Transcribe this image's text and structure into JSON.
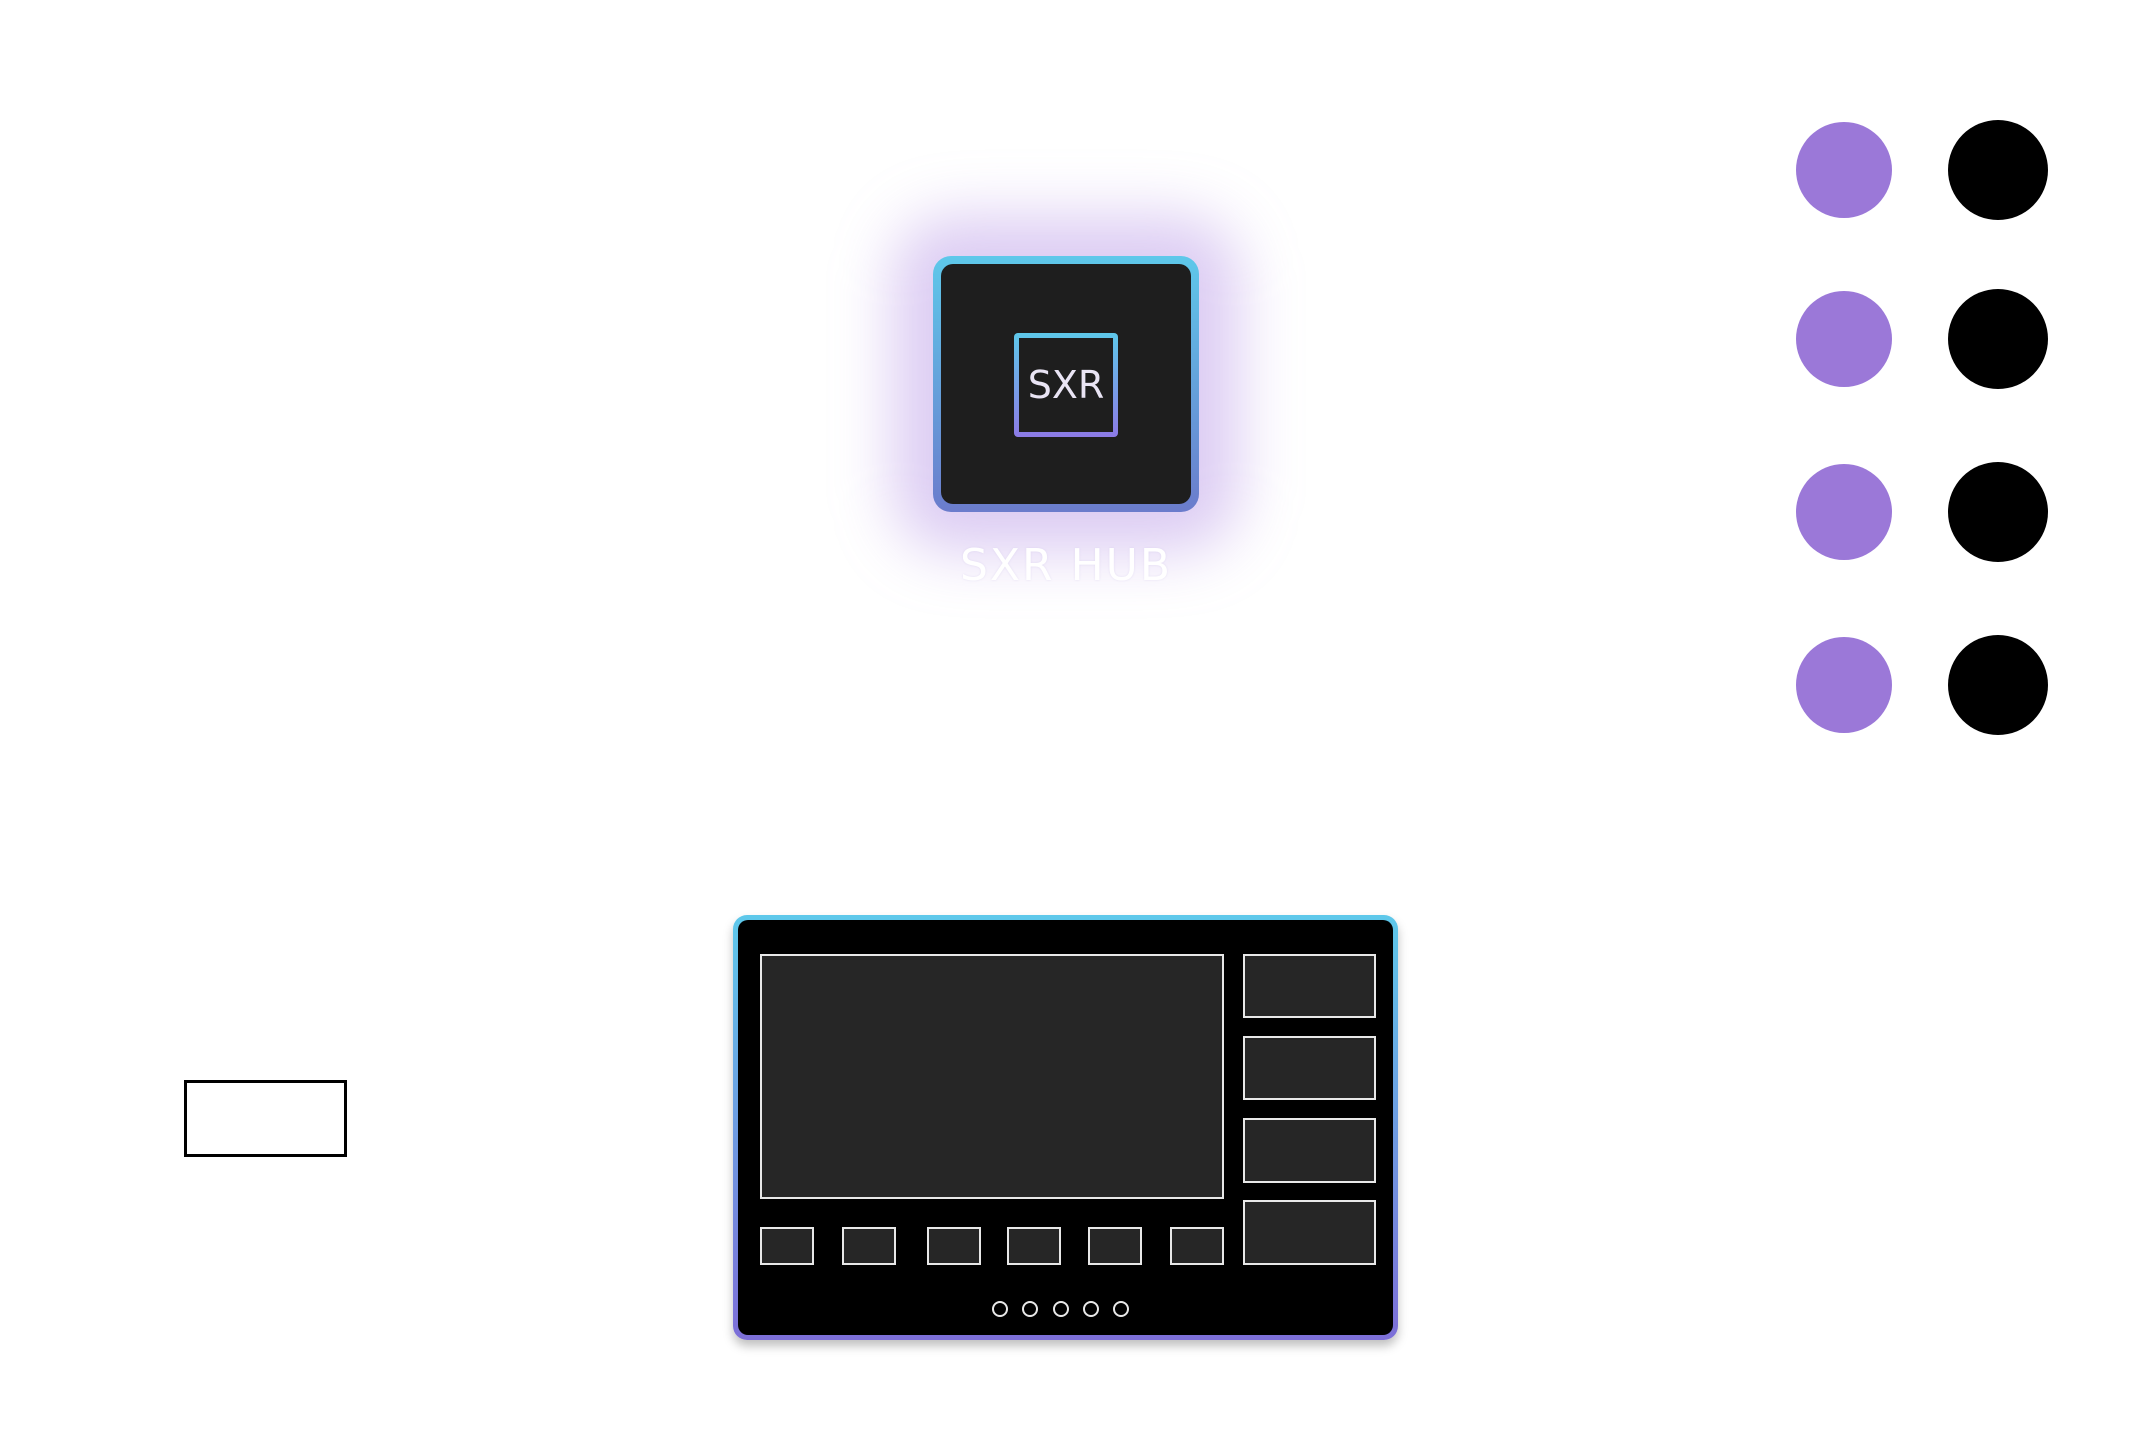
{
  "hub": {
    "logo_text": "SXR",
    "label": "SXR HUB"
  },
  "colors": {
    "accent_cyan": "#5ec8ea",
    "accent_purple": "#9b78d8",
    "dark": "#1e1e1e",
    "black": "#000000"
  },
  "nodes": {
    "purple_count": 4,
    "black_count": 4
  },
  "dashboard": {
    "right_panels": 4,
    "bottom_buttons": 6,
    "page_dots": 5
  }
}
